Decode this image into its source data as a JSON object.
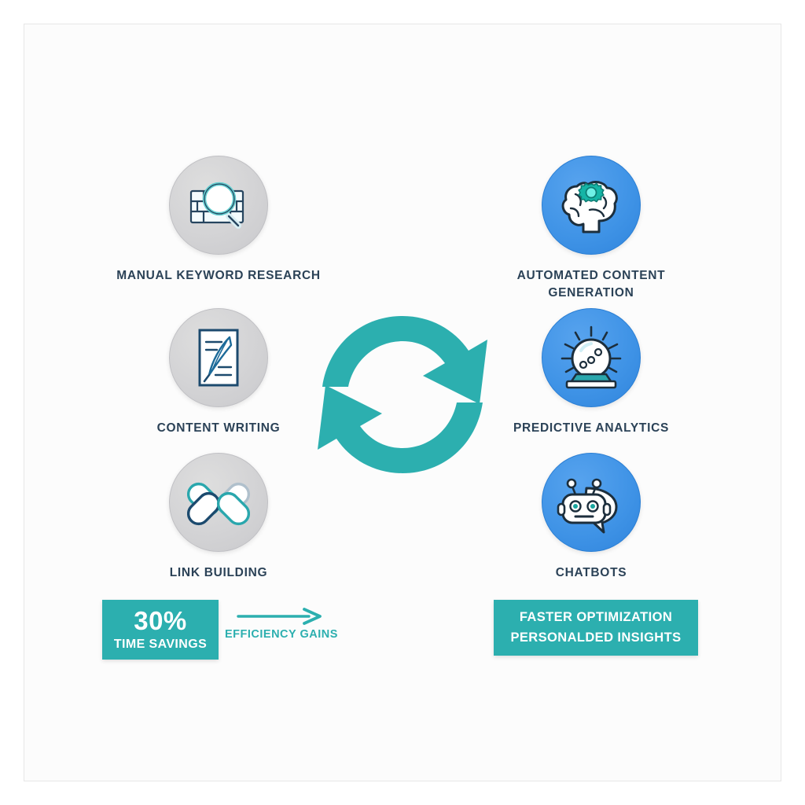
{
  "palette": {
    "teal": "#2cafaf",
    "blue": "#3f93e6",
    "gray_circle": "#d3d3d5",
    "navy_text": "#2b4257",
    "background": "#fcfcfc",
    "frame_border": "#e6e6e6",
    "white": "#ffffff"
  },
  "left_column": {
    "heading_style": "gray-circle-manual-process",
    "items": [
      {
        "label": "MANUAL KEYWORD RESEARCH",
        "icon": "magnifier-brickwall-icon"
      },
      {
        "label": "CONTENT WRITING",
        "icon": "quill-document-icon"
      },
      {
        "label": "LINK BUILDING",
        "icon": "chain-links-icon"
      }
    ]
  },
  "right_column": {
    "heading_style": "blue-circle-ai-process",
    "items": [
      {
        "label": "AUTOMATED CONTENT GENERATION",
        "icon": "brain-gear-icon"
      },
      {
        "label": "PREDICTIVE ANALYTICS",
        "icon": "crystal-ball-icon"
      },
      {
        "label": "CHATBOTS",
        "icon": "robot-chat-bubble-icon"
      }
    ]
  },
  "center": {
    "icon": "cyclical-transformation-arrows-icon"
  },
  "banners": {
    "left": {
      "stat_value": "30%",
      "stat_label": "TIME SAVINGS"
    },
    "efficiency": {
      "arrow_icon": "right-arrow-icon",
      "label": "EFFICIENCY GAINS"
    },
    "right": {
      "line1": "FASTER OPTIMIZATION",
      "line2": "PERSONALDED INSIGHTS"
    }
  }
}
